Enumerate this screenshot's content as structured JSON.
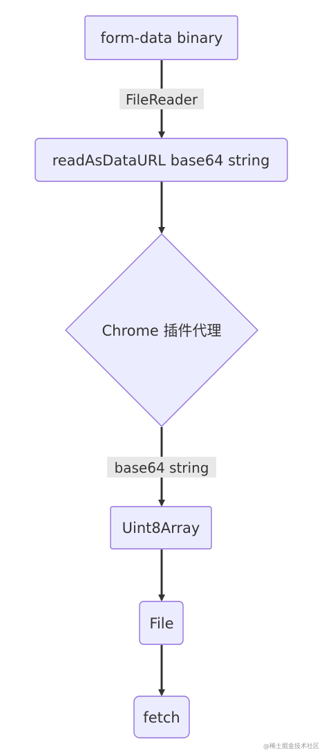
{
  "diagram": {
    "nodes": {
      "form_data": "form-data binary",
      "read_as_data_url": "readAsDataURL base64 string",
      "chrome_proxy": "Chrome 插件代理",
      "uint8array": "Uint8Array",
      "file": "File",
      "fetch": "fetch"
    },
    "edges": {
      "form_to_read": "FileReader",
      "chrome_to_uint8": "base64 string"
    },
    "colors": {
      "node_fill": "#ececff",
      "node_stroke": "#9370db",
      "edge": "#333333",
      "label_background": "#e8e8e8"
    }
  },
  "watermark": "@稀土掘金技术社区"
}
